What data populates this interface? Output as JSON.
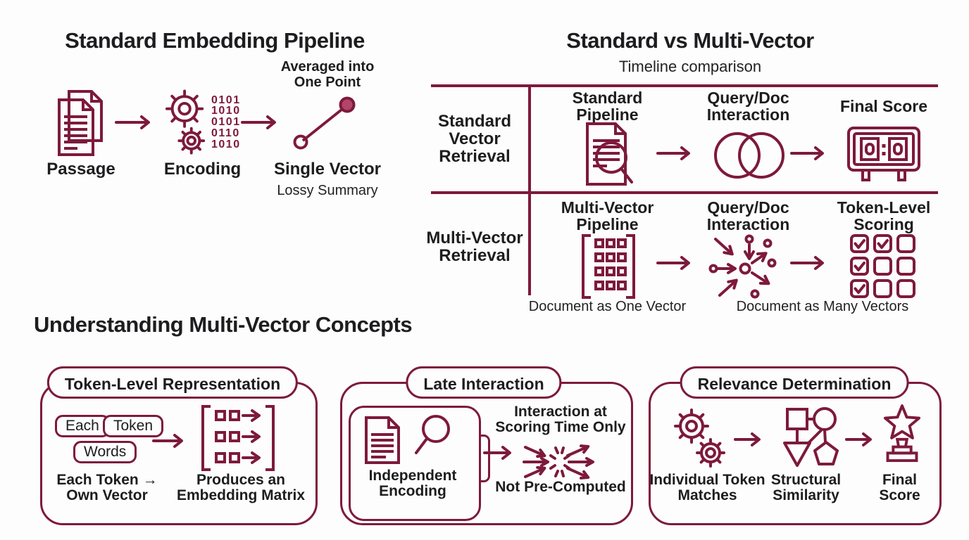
{
  "colors": {
    "accent": "#7d1a3b",
    "accent_fill": "#b3446c",
    "text": "#1d1d1f",
    "background": "#fefdfd"
  },
  "icons": {
    "passage": "stacked-documents-icon",
    "encoding": "gears-binary-icon",
    "single_vector": "two-point-vector-icon",
    "standard_pipeline": "document-magnifier-icon",
    "venn": "overlapping-circles-icon",
    "final_score": "scoreboard-icon",
    "multi_vector_pipeline": "bracket-matrix-icon",
    "scatter_interaction": "arrow-burst-icon",
    "token_scoring": "checkbox-grid-icon",
    "embedding_matrix": "bracket-matrix-arrows-icon",
    "independent_encoding": "document-and-magnifier-icon",
    "collision": "colliding-arrows-icon",
    "token_matches": "gears-icon",
    "structural_similarity": "flowchart-shapes-icon",
    "final_score_trophy": "star-trophy-icon",
    "flow": "right-arrow-icon"
  },
  "top_left": {
    "title": "Standard Embedding Pipeline",
    "note": "Averaged into One Point",
    "binary_lines": [
      "0101",
      "1010",
      "0101",
      "0110",
      "1010"
    ],
    "steps": [
      {
        "label": "Passage"
      },
      {
        "label": "Encoding"
      },
      {
        "label": "Single Vector",
        "sublabel": "Lossy Summary"
      }
    ]
  },
  "top_right": {
    "title": "Standard vs Multi-Vector",
    "subtitle": "Timeline comparison",
    "rows": [
      {
        "label": "Standard Vector Retrieval",
        "cols": [
          "Standard Pipeline",
          "Query/Doc Interaction",
          "Final Score"
        ]
      },
      {
        "label": "Multi-Vector Retrieval",
        "cols": [
          "Multi-Vector Pipeline",
          "Query/Doc Interaction",
          "Token-Level Scoring"
        ]
      }
    ],
    "token_scoring_checks": [
      [
        true,
        true,
        false
      ],
      [
        true,
        false,
        false
      ],
      [
        true,
        false,
        false
      ]
    ],
    "footnotes": [
      "Document as One Vector",
      "Document as Many Vectors"
    ]
  },
  "bottom": {
    "title": "Understanding Multi-Vector Concepts",
    "cards": [
      {
        "header": "Token-Level Representation",
        "chips": [
          "Each",
          "Token",
          "Words"
        ],
        "captions": [
          "Each Token → Own Vector",
          "Produces an Embedding Matrix"
        ]
      },
      {
        "header": "Late Interaction",
        "inner_label": "Independent Encoding",
        "note_top": "Interaction at Scoring Time Only",
        "note_bottom": "Not Pre-Computed"
      },
      {
        "header": "Relevance Determination",
        "captions": [
          "Individual Token Matches",
          "Structural Similarity",
          "Final Score"
        ]
      }
    ]
  }
}
